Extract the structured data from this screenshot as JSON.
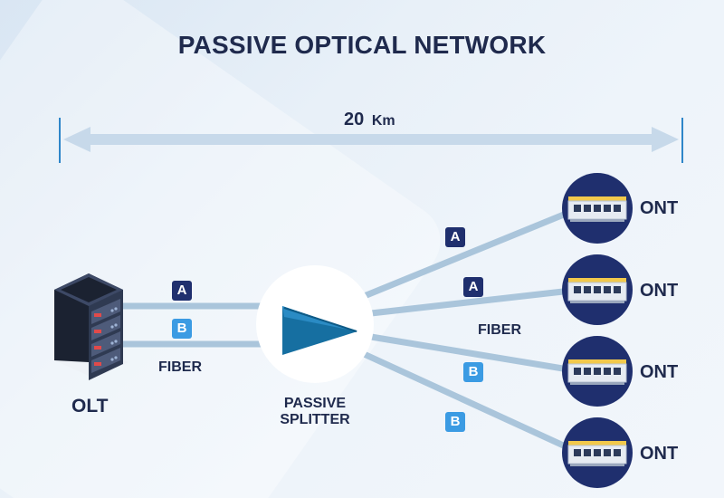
{
  "title": {
    "highlight": "PASSIVE",
    "rest": " OPTICAL NETWORK"
  },
  "distance": {
    "value": "20",
    "unit": "Km"
  },
  "olt_label": "OLT",
  "fiber_label_left": "FIBER",
  "fiber_label_right": "FIBER",
  "splitter_label": {
    "line1": "PASSIVE",
    "line2": "SPLITTER"
  },
  "badges": {
    "a": "A",
    "b": "B"
  },
  "ont_label": "ONT",
  "colors": {
    "navy": "#1f2a4d",
    "badge_a": "#1f2f6e",
    "badge_b": "#3b9be3",
    "fiber": "#aac5db",
    "highlight": "#f2c94c",
    "splitter": "#166fa1"
  }
}
